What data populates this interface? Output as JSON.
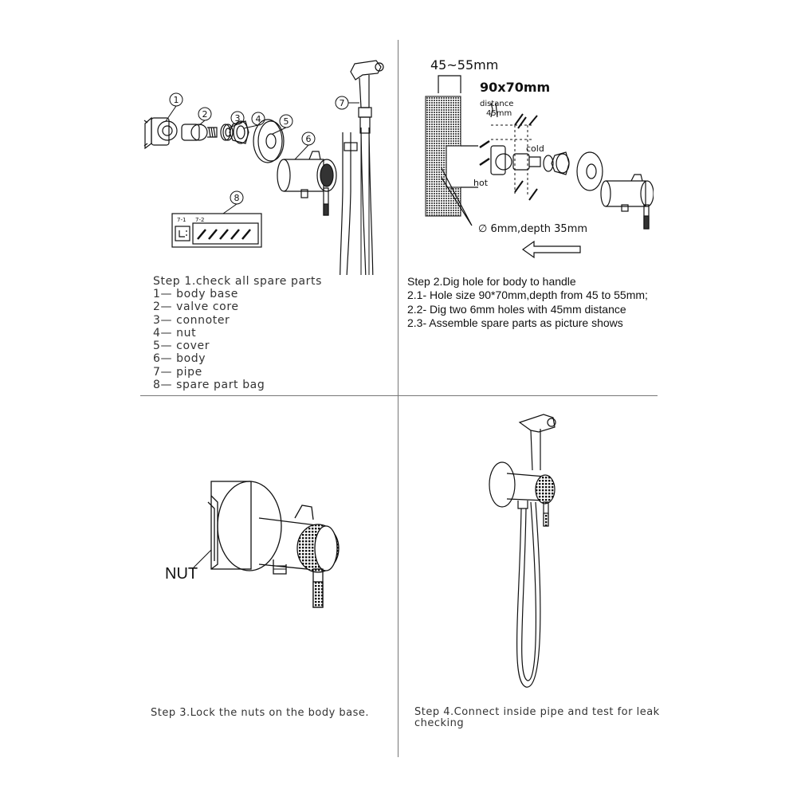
{
  "step1": {
    "title": "Step 1.check all spare parts",
    "parts": [
      "1— body base",
      "2— valve core",
      "3— connoter",
      "4— nut",
      "5— cover",
      "6— body",
      "7— pipe",
      "8— spare part bag"
    ],
    "callouts": [
      "1",
      "2",
      "3",
      "4",
      "5",
      "6",
      "7",
      "8"
    ],
    "bag_labels": [
      "7-1",
      "7-2"
    ]
  },
  "step2": {
    "depth_dim": "45~55mm",
    "hole_dim": "90x70mm",
    "distance_label": "distance",
    "distance_value": "45mm",
    "cold_label": "cold",
    "hot_label": "hot",
    "drill_label": "∅ 6mm,depth 35mm",
    "title": "Step 2.Dig hole for body to handle",
    "lines": [
      "2.1- Hole size 90*70mm,depth from 45 to 55mm;",
      "2.2- Dig two 6mm holes with 45mm distance",
      "2.3- Assemble spare parts as picture shows"
    ]
  },
  "step3": {
    "nut_label": "NUT",
    "caption": "Step 3.Lock the nuts on the body base."
  },
  "step4": {
    "caption_line1": "Step 4.Connect inside pipe and test for leak",
    "caption_line2": "checking"
  }
}
